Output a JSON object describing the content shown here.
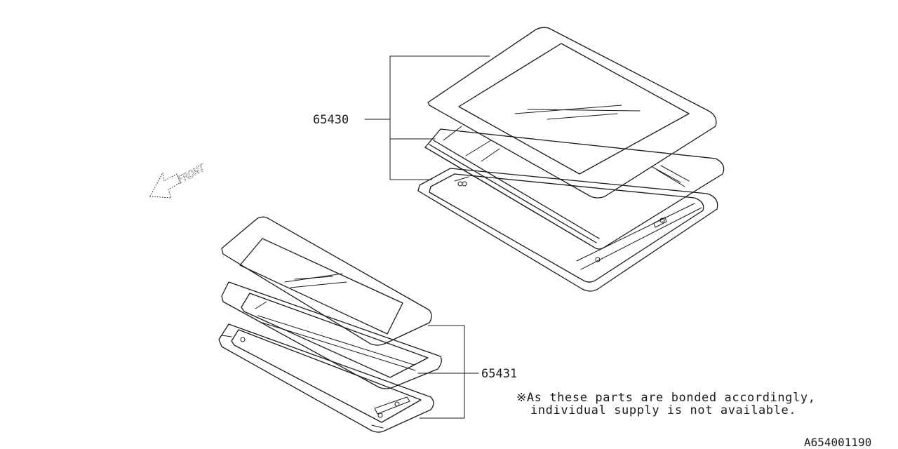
{
  "parts": [
    {
      "number": "65430"
    },
    {
      "number": "65431"
    }
  ],
  "front_indicator": {
    "label": "FRONT"
  },
  "note": {
    "line1": "※As these parts are bonded accordingly,",
    "line2": "individual supply is not available."
  },
  "diagram_id": "A654001190",
  "colors": {
    "line": "#1a1a1a",
    "background": "#ffffff"
  }
}
